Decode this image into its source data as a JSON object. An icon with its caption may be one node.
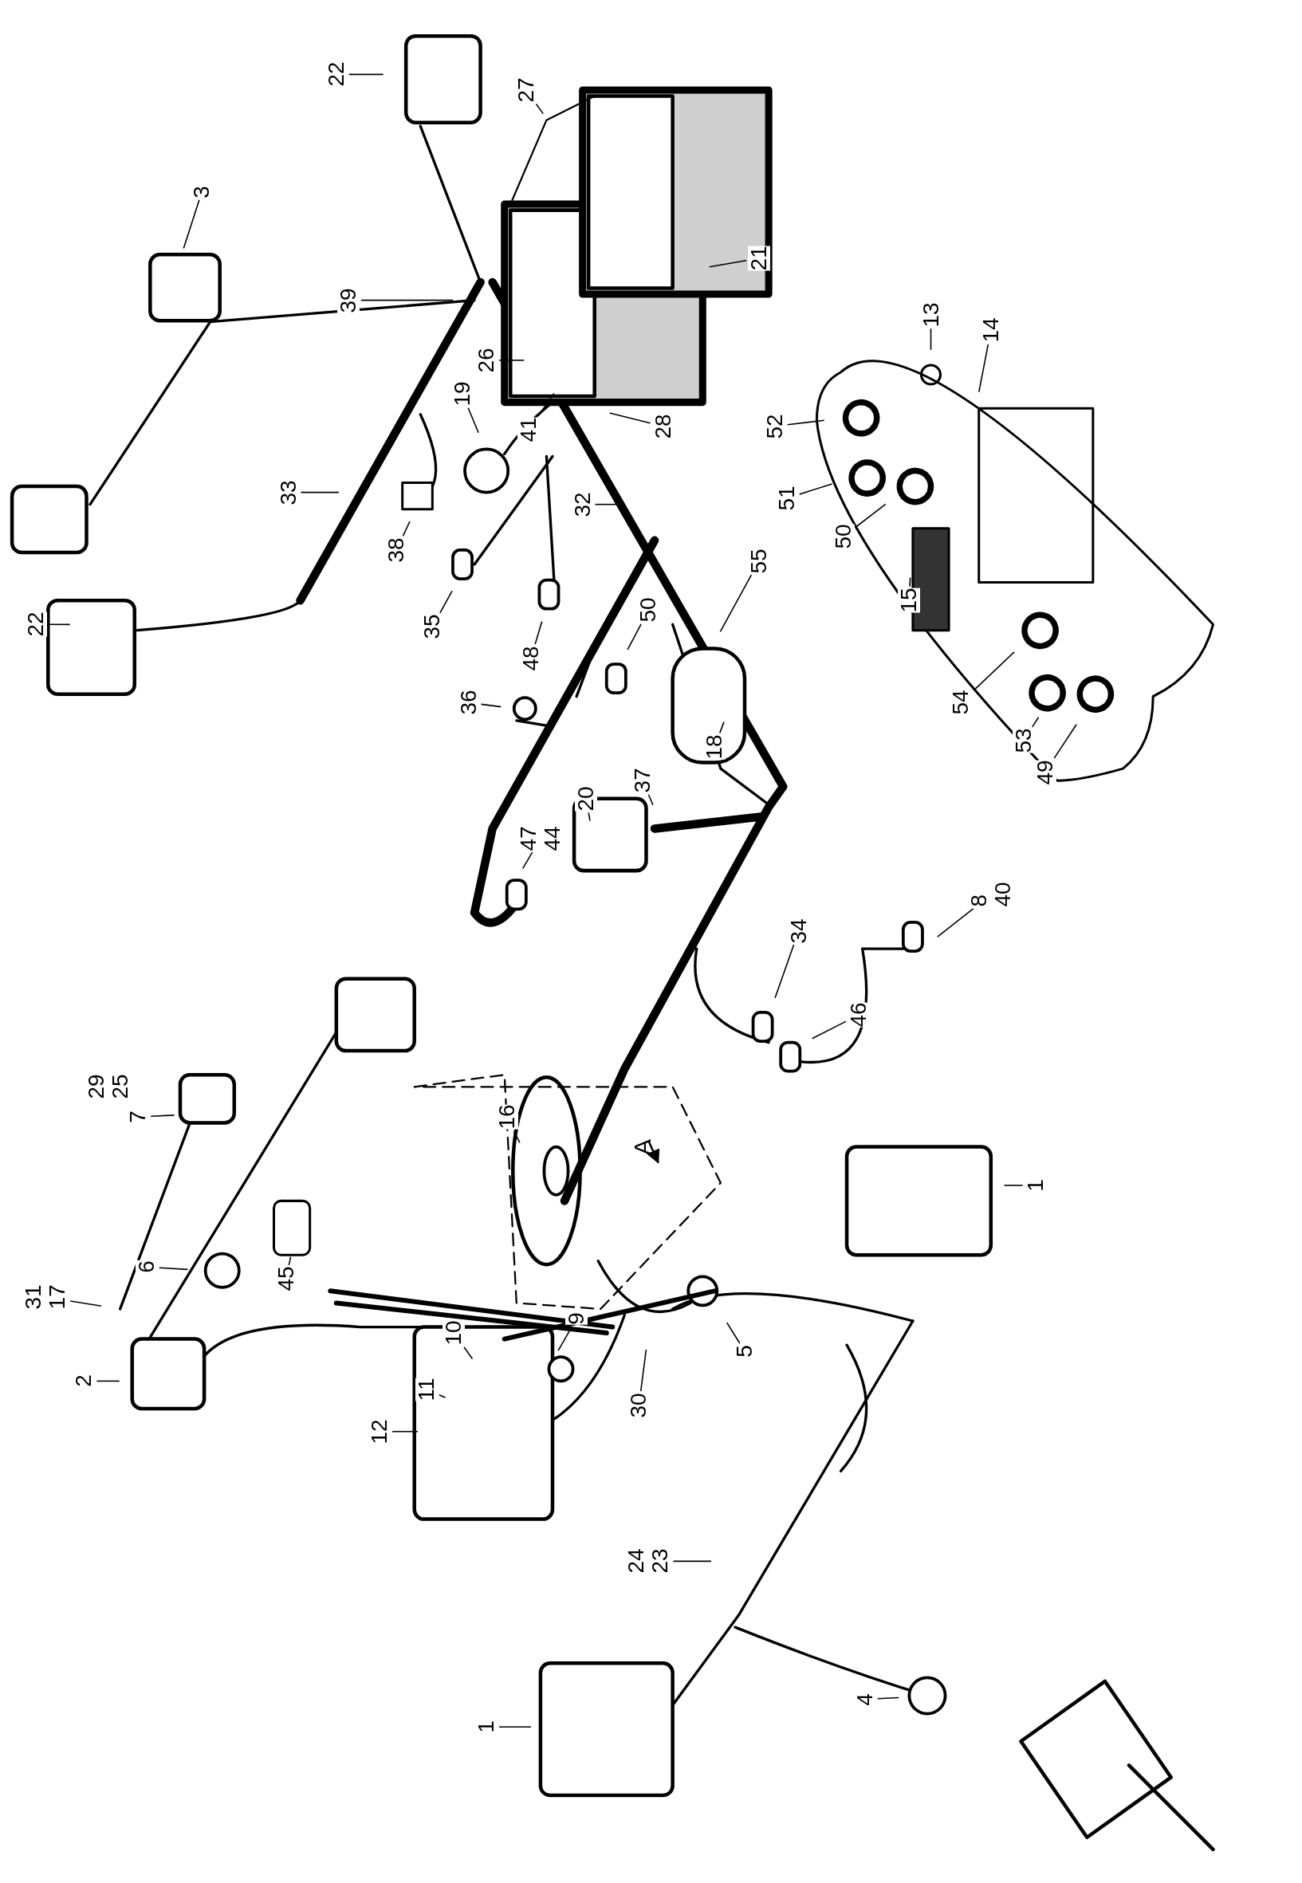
{
  "diagram": {
    "nodes": [
      {
        "text": [
          "22"
        ]
      },
      {
        "text": [
          "3"
        ]
      },
      {
        "text": [
          "39"
        ]
      },
      {
        "text": [
          "27"
        ]
      },
      {
        "text": [
          "21"
        ]
      },
      {
        "text": [
          "26"
        ]
      },
      {
        "text": [
          "41"
        ]
      },
      {
        "text": [
          "28"
        ]
      },
      {
        "text": [
          "33"
        ]
      },
      {
        "text": [
          "19"
        ]
      },
      {
        "text": [
          "32"
        ]
      },
      {
        "text": [
          "38"
        ]
      },
      {
        "text": [
          "35"
        ]
      },
      {
        "text": [
          "48"
        ]
      },
      {
        "text": [
          "22"
        ]
      },
      {
        "text": [
          "36"
        ]
      },
      {
        "text": [
          "50"
        ]
      },
      {
        "text": [
          "55"
        ]
      },
      {
        "text": [
          "18"
        ]
      },
      {
        "text": [
          "20"
        ]
      },
      {
        "text": [
          "37"
        ]
      },
      {
        "text": [
          "47",
          "44"
        ]
      },
      {
        "text": [
          "8",
          "40"
        ]
      },
      {
        "text": [
          "34"
        ]
      },
      {
        "text": [
          "46"
        ]
      },
      {
        "text": [
          "29",
          "25"
        ]
      },
      {
        "text": [
          "7"
        ]
      },
      {
        "text": [
          "31",
          "17"
        ]
      },
      {
        "text": [
          "6"
        ]
      },
      {
        "text": [
          "45"
        ]
      },
      {
        "text": [
          "16"
        ]
      },
      {
        "text": [
          "2"
        ]
      },
      {
        "text": [
          "5"
        ]
      },
      {
        "text": [
          "30"
        ]
      },
      {
        "text": [
          "10"
        ]
      },
      {
        "text": [
          "11"
        ]
      },
      {
        "text": [
          "12"
        ]
      },
      {
        "text": [
          "9"
        ]
      },
      {
        "text": [
          "24",
          "23"
        ]
      },
      {
        "text": [
          "4"
        ]
      },
      {
        "text": [
          "1"
        ]
      },
      {
        "text": [
          "1"
        ]
      },
      {
        "text": [
          "13"
        ]
      },
      {
        "text": [
          "14"
        ]
      },
      {
        "text": [
          "52"
        ]
      },
      {
        "text": [
          "51"
        ]
      },
      {
        "text": [
          "50"
        ]
      },
      {
        "text": [
          "15"
        ]
      },
      {
        "text": [
          "54"
        ]
      },
      {
        "text": [
          "53"
        ]
      },
      {
        "text": [
          "49"
        ]
      }
    ],
    "edges": [
      {
        "from": 0,
        "to": null,
        "arrow": "none"
      },
      {
        "from": 1,
        "to": null,
        "arrow": "none"
      },
      {
        "from": 2,
        "to": null,
        "arrow": "none"
      },
      {
        "from": 3,
        "to": null,
        "arrow": "none"
      },
      {
        "from": 4,
        "to": null,
        "arrow": "none"
      },
      {
        "from": 5,
        "to": null,
        "arrow": "none"
      },
      {
        "from": 6,
        "to": null,
        "arrow": "none"
      },
      {
        "from": 7,
        "to": null,
        "arrow": "none"
      },
      {
        "from": 8,
        "to": null,
        "arrow": "none"
      },
      {
        "from": 9,
        "to": null,
        "arrow": "none"
      },
      {
        "from": 10,
        "to": null,
        "arrow": "none"
      },
      {
        "from": 11,
        "to": null,
        "arrow": "none"
      },
      {
        "from": 12,
        "to": null,
        "arrow": "none"
      },
      {
        "from": 13,
        "to": null,
        "arrow": "none"
      },
      {
        "from": 14,
        "to": null,
        "arrow": "none"
      },
      {
        "from": 15,
        "to": null,
        "arrow": "none"
      },
      {
        "from": 16,
        "to": null,
        "arrow": "none"
      },
      {
        "from": 17,
        "to": null,
        "arrow": "none"
      },
      {
        "from": 18,
        "to": null,
        "arrow": "none"
      },
      {
        "from": 19,
        "to": null,
        "arrow": "none"
      },
      {
        "from": 20,
        "to": null,
        "arrow": "none"
      },
      {
        "from": 21,
        "to": null,
        "arrow": "none"
      },
      {
        "from": 22,
        "to": null,
        "arrow": "none"
      },
      {
        "from": 23,
        "to": null,
        "arrow": "none"
      },
      {
        "from": 24,
        "to": null,
        "arrow": "none"
      },
      {
        "from": 26,
        "to": null,
        "arrow": "none"
      },
      {
        "from": 27,
        "to": null,
        "arrow": "none"
      },
      {
        "from": 28,
        "to": null,
        "arrow": "none"
      },
      {
        "from": 29,
        "to": null,
        "arrow": "none"
      },
      {
        "from": 30,
        "to": null,
        "arrow": "none"
      },
      {
        "from": 31,
        "to": null,
        "arrow": "none"
      },
      {
        "from": 32,
        "to": null,
        "arrow": "none"
      },
      {
        "from": 33,
        "to": null,
        "arrow": "none"
      },
      {
        "from": 34,
        "to": null,
        "arrow": "none"
      },
      {
        "from": 35,
        "to": null,
        "arrow": "none"
      },
      {
        "from": 36,
        "to": null,
        "arrow": "none"
      },
      {
        "from": 37,
        "to": null,
        "arrow": "none"
      },
      {
        "from": 38,
        "to": null,
        "arrow": "none"
      },
      {
        "from": 39,
        "to": null,
        "arrow": "none"
      },
      {
        "from": 40,
        "to": null,
        "arrow": "none"
      },
      {
        "from": 41,
        "to": null,
        "arrow": "none"
      },
      {
        "from": 42,
        "to": null,
        "arrow": "none"
      },
      {
        "from": 43,
        "to": null,
        "arrow": "none"
      },
      {
        "from": 44,
        "to": null,
        "arrow": "none"
      },
      {
        "from": 45,
        "to": null,
        "arrow": "none"
      },
      {
        "from": 46,
        "to": null,
        "arrow": "none"
      },
      {
        "from": 47,
        "to": null,
        "arrow": "none"
      },
      {
        "from": 48,
        "to": null,
        "arrow": "none"
      },
      {
        "from": 49,
        "to": null,
        "arrow": "none"
      },
      {
        "from": 50,
        "to": null,
        "arrow": "none"
      }
    ],
    "labels": [
      "A"
    ]
  }
}
